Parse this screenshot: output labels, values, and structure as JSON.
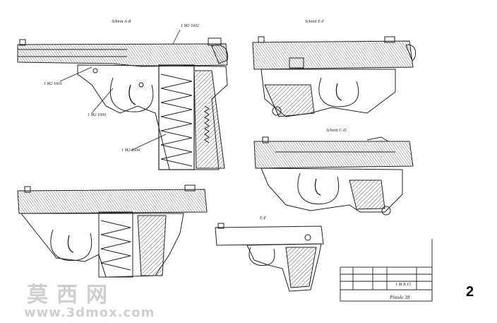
{
  "drawing": {
    "section_ab": "Schnitt A-B",
    "section_ef": "Schnitt E-F",
    "section_cd": "Schnitt C-D",
    "view_top": "E-F",
    "callout_top": "1 M2 1602",
    "callout_left1": "1 M2 1601",
    "callout_left2": "1 M2 1603",
    "callout_left3": "1 M2 1604",
    "titleblock_code": "1 M B 15",
    "titleblock_title": "Pistole 38"
  },
  "watermark": {
    "text_cn": "莫西网",
    "url": "www.3dmox.com"
  },
  "page": {
    "number": "2"
  }
}
